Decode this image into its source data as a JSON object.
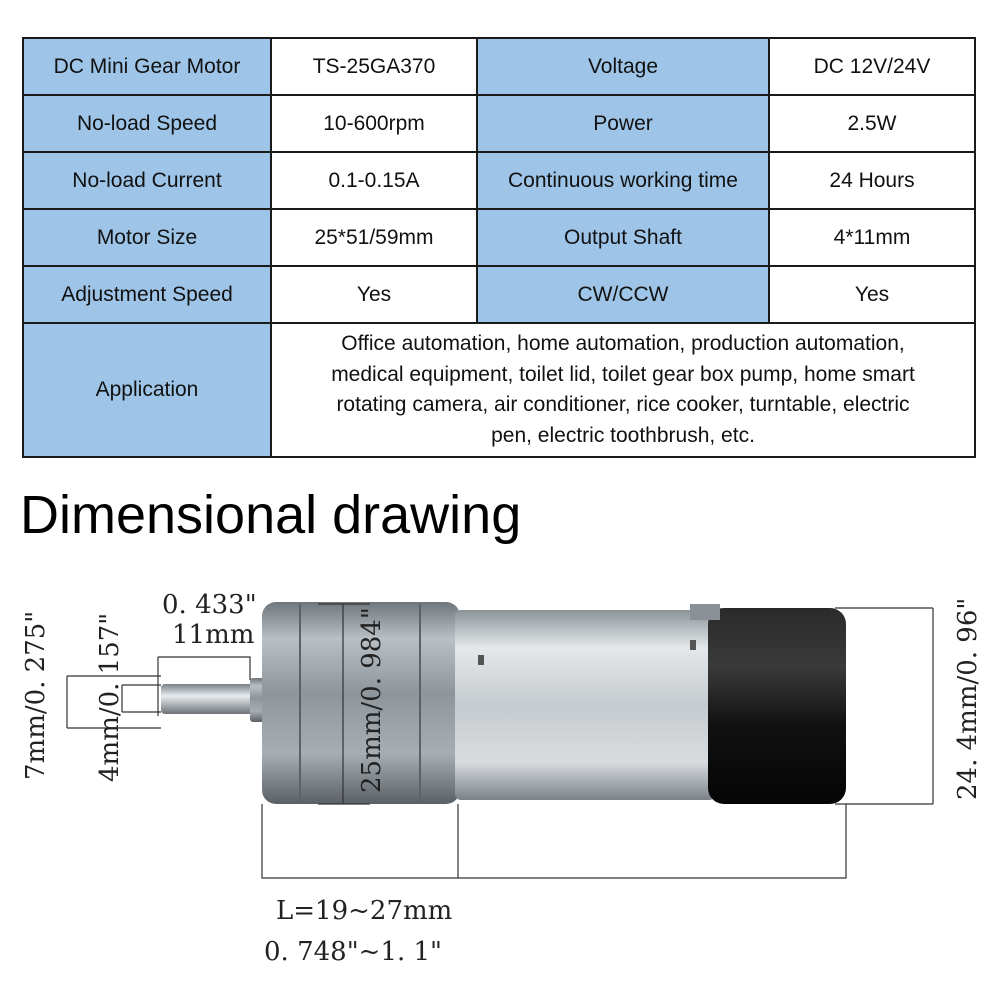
{
  "specs": {
    "rows": [
      [
        "DC Mini Gear Motor",
        "TS-25GA370",
        "Voltage",
        "DC 12V/24V"
      ],
      [
        "No-load Speed",
        "10-600rpm",
        "Power",
        "2.5W"
      ],
      [
        "No-load Current",
        "0.1-0.15A",
        "Continuous working time",
        "24 Hours"
      ],
      [
        "Motor Size",
        "25*51/59mm",
        "Output Shaft",
        "4*11mm"
      ],
      [
        "Adjustment Speed",
        "Yes",
        "CW/CCW",
        "Yes"
      ]
    ],
    "application_label": "Application",
    "application_lines": [
      "Office automation, home automation, production automation,",
      "medical equipment, toilet lid, toilet gear box pump, home smart",
      "rotating camera, air conditioner, rice cooker, turntable, electric",
      "pen, electric toothbrush, etc."
    ]
  },
  "heading": "Dimensional drawing",
  "dimensions": {
    "shaft_len_in": "0. 433\"",
    "shaft_len_mm": "11mm",
    "flat_dia": "7mm/0. 275\"",
    "shaft_dia": "4mm/0. 157\"",
    "gearbox_dia": "25mm/0. 984\"",
    "motor_dia": "24. 4mm/0. 96\"",
    "length_mm": "L=19~27mm",
    "length_in": "0. 748\"~1. 1\""
  },
  "colors": {
    "label_cell": "#9ec5e8",
    "border": "#1a1a1a",
    "motor_end_cap": "#1c1c1c"
  }
}
